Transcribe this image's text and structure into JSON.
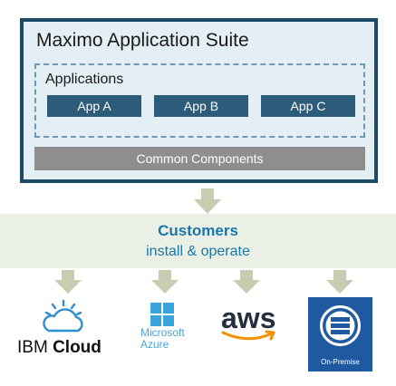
{
  "suite": {
    "title": "Maximo Application Suite",
    "applications_label": "Applications",
    "apps": [
      "App A",
      "App B",
      "App C"
    ],
    "common_components": "Common Components"
  },
  "customers": {
    "title": "Customers",
    "subtitle": "install & operate"
  },
  "platforms": {
    "ibm_cloud": {
      "prefix": "IBM",
      "suffix": "Cloud"
    },
    "azure": {
      "line1": "Microsoft",
      "line2": "Azure"
    },
    "aws": "aws",
    "on_premise": "On-Premise"
  },
  "colors": {
    "suite_border": "#1f4a66",
    "app_fill": "#2d5b7a",
    "arrow": "#c7cdb1",
    "customers_text": "#1b76a9"
  }
}
